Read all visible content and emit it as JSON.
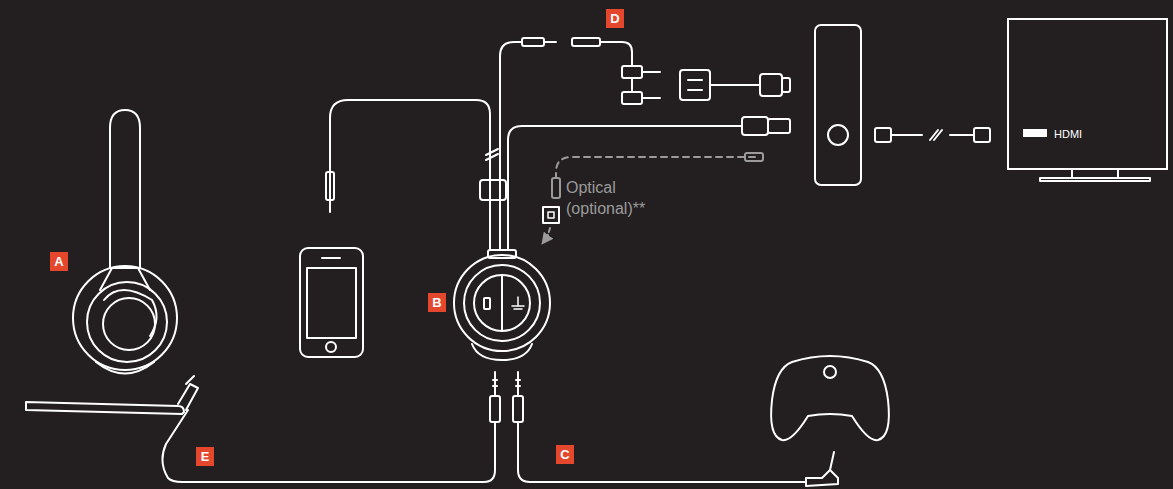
{
  "diagram": {
    "nodes": [
      {
        "text": [
          "A"
        ]
      },
      {
        "text": [
          "B"
        ]
      },
      {
        "text": [
          "C"
        ]
      },
      {
        "text": [
          "D"
        ]
      },
      {
        "text": [
          "E"
        ]
      },
      {
        "text": [
          "HDMI"
        ]
      }
    ],
    "labels": [
      "Optical (optional)**"
    ]
  }
}
